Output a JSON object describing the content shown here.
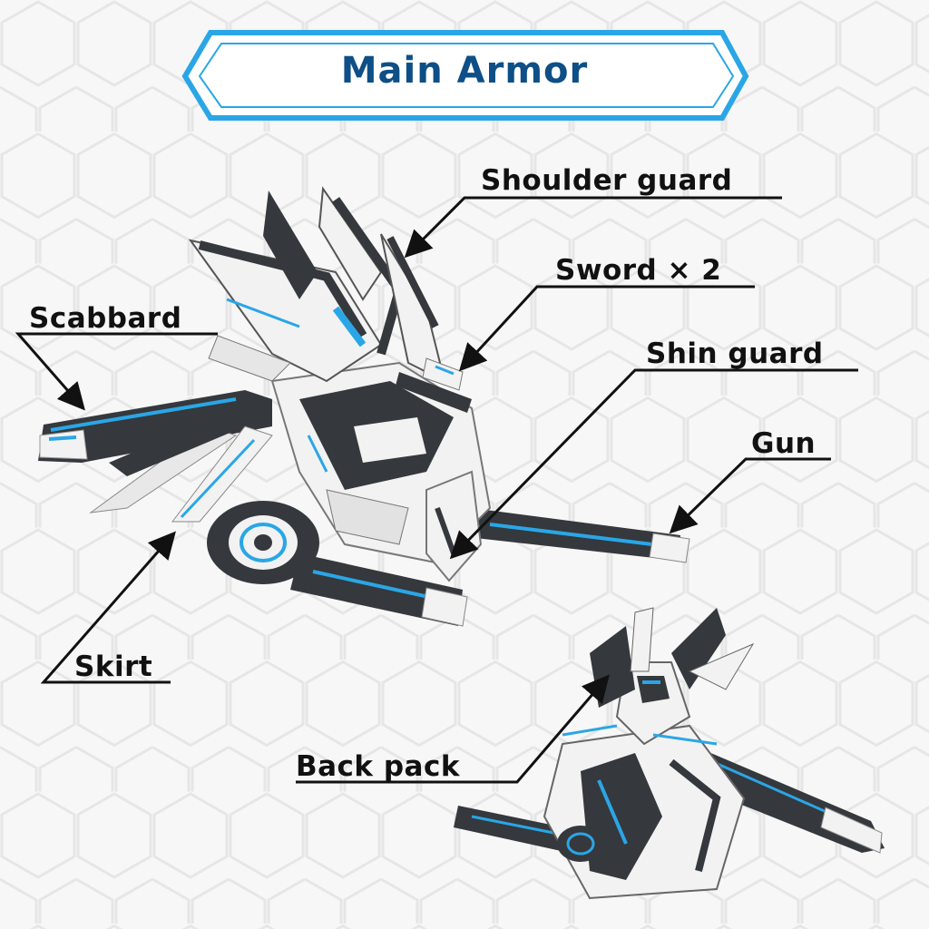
{
  "title": "Main Armor",
  "labels": {
    "shoulder_guard": "Shoulder guard",
    "sword": "Sword × 2",
    "scabbard": "Scabbard",
    "shin_guard": "Shin guard",
    "gun": "Gun",
    "skirt": "Skirt",
    "back_pack": "Back pack"
  },
  "colors": {
    "accent_blue": "#2aa6e6",
    "title_text": "#0d4f86",
    "armor_white": "#f2f2f2",
    "armor_dark": "#35383c",
    "background": "#f7f7f7"
  }
}
